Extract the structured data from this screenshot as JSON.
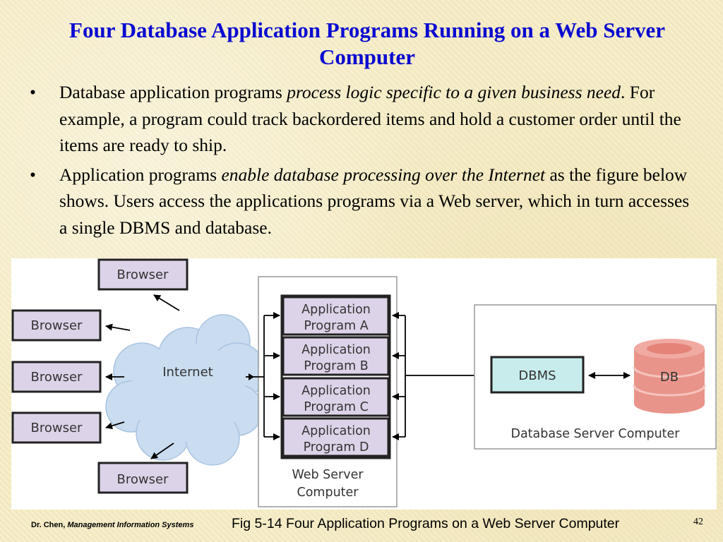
{
  "title": "Four Database Application Programs Running on a Web Server Computer",
  "bullets": [
    {
      "prefix": "Database application programs ",
      "emphasis": "process logic specific to a given business need",
      "suffix": ". For example, a program could track backordered items and hold a customer order until the items are ready to ship."
    },
    {
      "prefix": "Application programs ",
      "emphasis": "enable database processing over the Internet",
      "suffix": " as the figure below shows. Users access the applications programs via a Web server, which in turn accesses a single DBMS and database."
    }
  ],
  "figure": {
    "browsers": [
      "Browser",
      "Browser",
      "Browser",
      "Browser",
      "Browser"
    ],
    "internet": "Internet",
    "programs": [
      [
        "Application",
        "Program A"
      ],
      [
        "Application",
        "Program B"
      ],
      [
        "Application",
        "Program C"
      ],
      [
        "Application",
        "Program D"
      ]
    ],
    "web_server": [
      "Web Server",
      "Computer"
    ],
    "dbms": "DBMS",
    "db": "DB",
    "db_server": "Database Server Computer"
  },
  "caption": "Fig 5-14 Four Application Programs on a Web Server Computer",
  "footer": {
    "author": "Dr. Chen, ",
    "course": "Management Information Systems"
  },
  "page_number": "42",
  "colors": {
    "title": "#0a0ad0",
    "browser_fill": "#ddd3e8",
    "cloud_fill": "#c9dcf0",
    "dbms_fill": "#c8ecec",
    "db_fill": "#e9948a"
  }
}
